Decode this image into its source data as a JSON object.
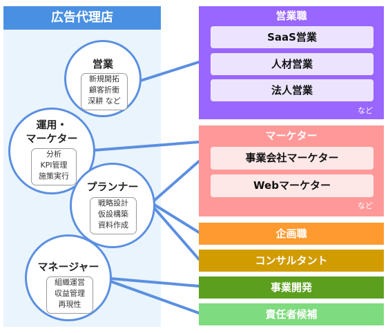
{
  "agency": {
    "title": "広告代理店"
  },
  "roles": [
    {
      "title": "営業",
      "skills": [
        "新規開拓",
        "顧客折衝",
        "深耕 など"
      ]
    },
    {
      "title": [
        "運用・",
        "マーケター"
      ],
      "skills": [
        "分析",
        "KPI管理",
        "施策実行"
      ]
    },
    {
      "title": "プランナー",
      "skills": [
        "戦略設計",
        "仮設構築",
        "資料作成"
      ]
    },
    {
      "title": "マネージャー",
      "skills": [
        "組織運営",
        "収益管理",
        "再現性"
      ]
    }
  ],
  "groups": {
    "sales": {
      "title": "営業職",
      "items": [
        "SaaS営業",
        "人材営業",
        "法人営業"
      ],
      "etc": "など"
    },
    "marketer": {
      "title": "マーケター",
      "items": [
        "事業会社マーケター",
        "Webマーケター"
      ],
      "etc": "など"
    }
  },
  "jobs": [
    "企画職",
    "コンサルタント",
    "事業開発",
    "責任者候補"
  ],
  "colors": {
    "agency_header": "#4a90e2",
    "agency_panel": "#e9f4fd",
    "connector": "#5b8fe0",
    "sales": "#9966ff",
    "sales_item": "#ece4ff",
    "marketer": "#ff9999",
    "marketer_item": "#fde7e7",
    "planning": "#ff9a30",
    "consultant": "#d19c00",
    "business_dev": "#5c9e1e",
    "leader": "#7fdb7f"
  }
}
